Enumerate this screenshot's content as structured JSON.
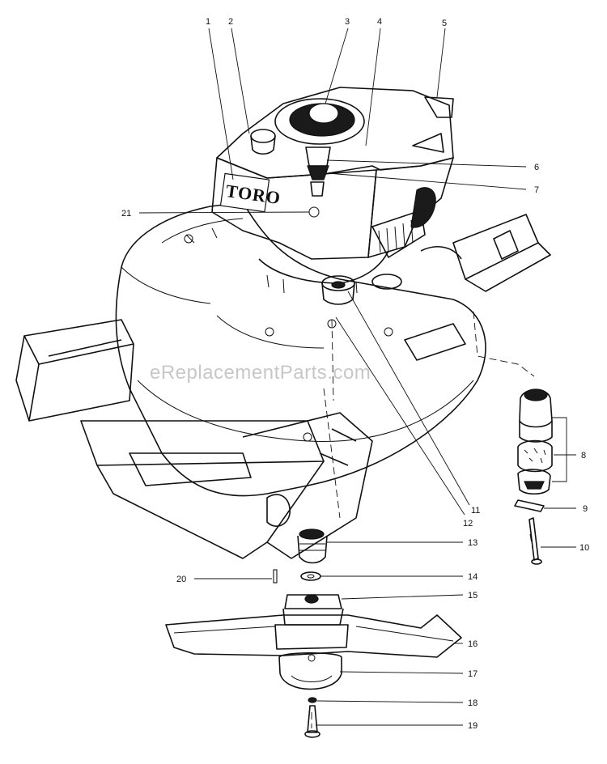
{
  "diagram": {
    "watermark": "eReplacementParts.com",
    "engine_logo": "TORO",
    "callouts": [
      "1",
      "2",
      "3",
      "4",
      "5",
      "6",
      "7",
      "8",
      "9",
      "10",
      "11",
      "12",
      "13",
      "14",
      "15",
      "16",
      "17",
      "18",
      "19",
      "20",
      "21"
    ]
  }
}
